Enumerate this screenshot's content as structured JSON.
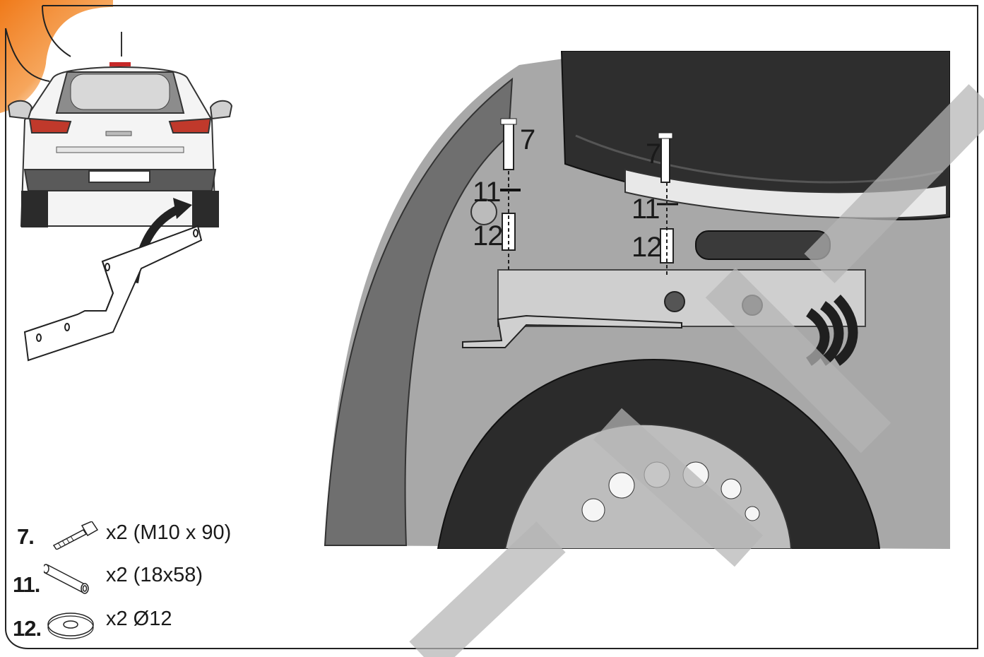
{
  "callouts": {
    "left": {
      "bolt": "7",
      "spacer": "11",
      "washer": "12"
    },
    "right": {
      "bolt": "7",
      "spacer": "11",
      "washer": "12"
    }
  },
  "parts": [
    {
      "number": "7.",
      "icon": "bolt-icon",
      "quantity": "x2 (M10 x 90)"
    },
    {
      "number": "11.",
      "icon": "spacer-tube-icon",
      "quantity": "x2 (18x58)"
    },
    {
      "number": "12.",
      "icon": "washer-icon",
      "quantity": "x2 Ø12"
    }
  ],
  "colors": {
    "accent": "#f28a2c",
    "watermark": "#b5b5b5",
    "chassis": "#8a8a8a",
    "tyre": "#3c3c3c"
  }
}
